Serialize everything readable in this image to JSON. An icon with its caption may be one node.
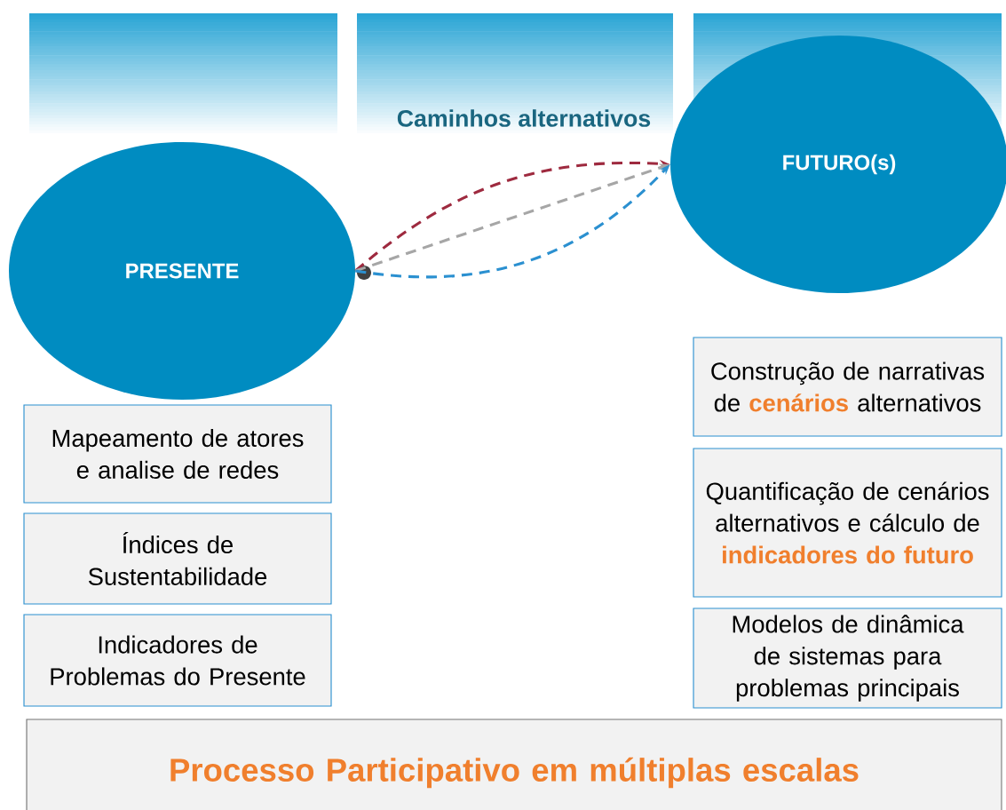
{
  "diagram": {
    "nodes": [
      {
        "text": [
          "PRESENTE"
        ]
      },
      {
        "text": [
          "FUTURO(s)"
        ]
      },
      {
        "text": [
          "Mapeamento de atores e analise de redes"
        ]
      },
      {
        "text": [
          "Índices de Sustentabilidade"
        ]
      },
      {
        "text": [
          "Indicadores de Problemas do Presente"
        ]
      },
      {
        "text": [
          "Construção de narrativas de **cenários** alternativos"
        ]
      },
      {
        "text": [
          "Quantificação de cenários alternativos e cálculo de **indicadores do futuro**"
        ]
      },
      {
        "text": [
          "Modelos de dinâmica de sistemas para problemas principais"
        ]
      },
      {
        "text": [
          "Processo Participativo em múltiplas escalas"
        ]
      }
    ],
    "edges": [
      {
        "from": 0,
        "to": 1,
        "arrow": "to",
        "style": "dashed",
        "color": "#9e2a3f"
      },
      {
        "from": 0,
        "to": 1,
        "arrow": "to",
        "style": "dashed",
        "color": "#a6a6a6"
      },
      {
        "from": 0,
        "to": 1,
        "arrow": "to",
        "style": "dashed",
        "color": "#2b90d0"
      }
    ],
    "labels": [
      "Caminhos alternativos"
    ]
  }
}
